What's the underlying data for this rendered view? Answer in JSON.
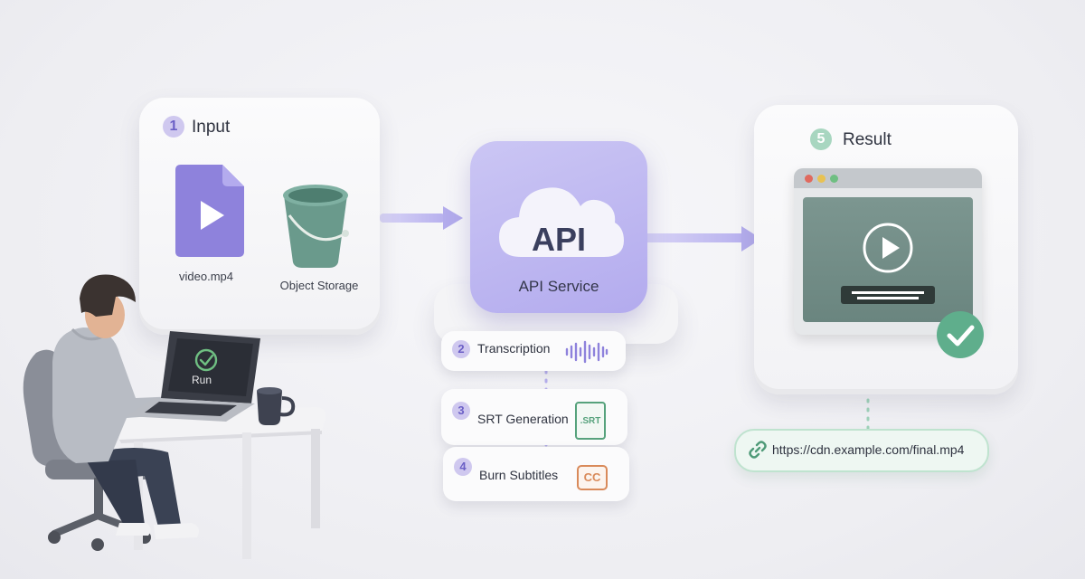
{
  "input": {
    "step": "1",
    "title": "Input",
    "file_label": "video.mp4",
    "storage_label": "Object Storage"
  },
  "api": {
    "cloud_text": "API",
    "label": "API Service"
  },
  "steps": [
    {
      "num": "2",
      "label": "Transcription",
      "icon": "waveform-icon"
    },
    {
      "num": "3",
      "label": "SRT Generation",
      "icon": "srt-file-icon"
    },
    {
      "num": "4",
      "label": "Burn Subtitles",
      "icon": "cc-icon"
    }
  ],
  "srt_icon_text": ".SRT",
  "cc_icon_text": "CC",
  "result": {
    "step": "5",
    "title": "Result",
    "url": "https://cdn.example.com/final.mp4"
  },
  "laptop": {
    "run_label": "Run"
  },
  "colors": {
    "purple": "#b9b2ec",
    "purple_dark": "#6b5fc6",
    "green": "#5fae8c",
    "teal_bucket": "#6a9a8c",
    "srt_green": "#56a27c",
    "cc_orange": "#d98a5a"
  }
}
